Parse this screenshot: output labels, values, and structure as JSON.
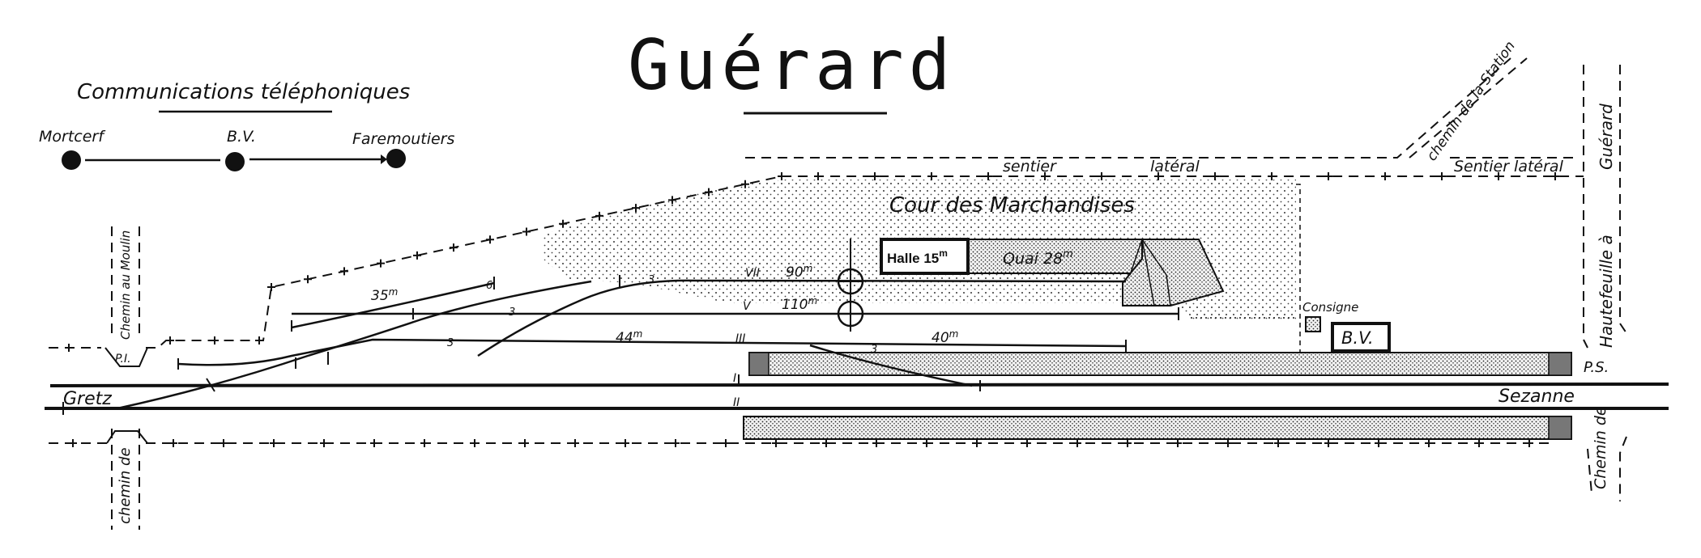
{
  "title": "Guérard",
  "telephone": {
    "heading": "Communications téléphoniques",
    "left": "Mortcerf",
    "middle": "B.V.",
    "right": "Faremoutiers"
  },
  "labels": {
    "sentier_lateral_1": "sentier",
    "sentier_lateral_2": "latéral",
    "sentier_lateral_right": "Sentier latéral",
    "chemin_station": "chemin de la Station",
    "guerard_road": "Guérard",
    "hautefeuille": "Hautefeuille à",
    "cour": "Cour des Marchandises",
    "consigne": "Consigne",
    "bv": "B.V.",
    "gretz": "Gretz",
    "sezanne": "Sezanne",
    "ps": "P.S.",
    "pi": "P.I.",
    "chemin_moulin": "Chemin au Moulin",
    "chemin_de_left": "chemin de",
    "chemin_de_right": "Chemin de",
    "halle": "Halle 15",
    "halle_unit": "m",
    "quai": "Quai 28",
    "quai_unit": "m"
  },
  "tracks": {
    "vii": "VII",
    "v": "V",
    "iii": "III",
    "i": "I",
    "ii": "II",
    "len_vii": "90",
    "len_v": "110",
    "len_iii_a": "44",
    "len_iii_b": "40",
    "len_35": "35",
    "unit": "m"
  },
  "switch_marks": [
    "3",
    "3",
    "3",
    "3",
    "6"
  ]
}
